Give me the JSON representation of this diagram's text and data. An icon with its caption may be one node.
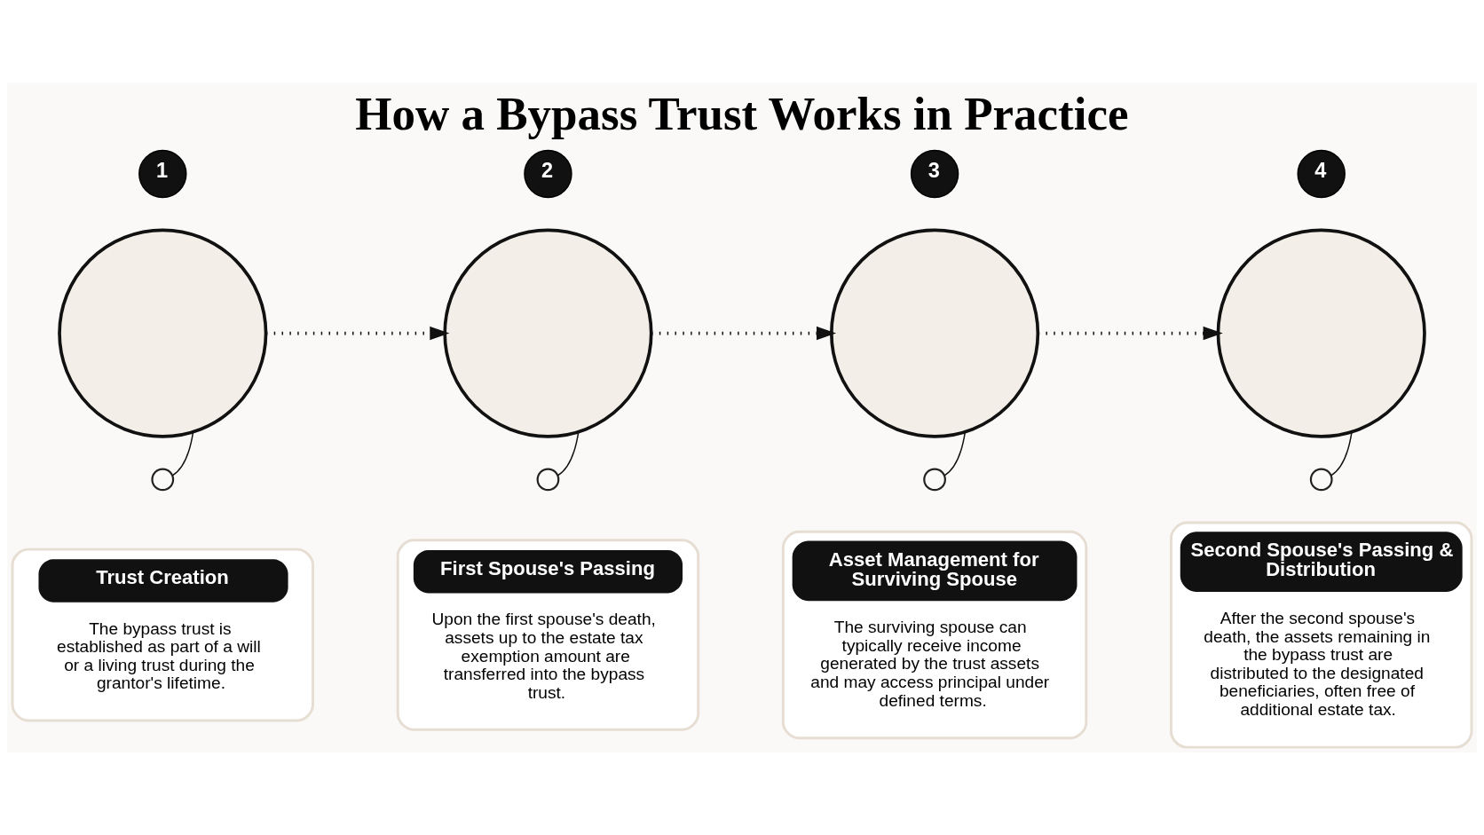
{
  "diagram": {
    "title": "How a Bypass Trust Works in Practice",
    "nodes": [
      {
        "text": [
          "1"
        ]
      },
      {
        "text": [
          "2"
        ]
      },
      {
        "text": [
          "3"
        ]
      },
      {
        "text": [
          "4"
        ]
      },
      {
        "text": [],
        "shape": "circle"
      },
      {
        "text": [],
        "shape": "circle"
      },
      {
        "text": [],
        "shape": "circle"
      },
      {
        "text": [],
        "shape": "circle"
      },
      {
        "text": [],
        "shape": "circle"
      },
      {
        "text": [],
        "shape": "circle"
      },
      {
        "text": [],
        "shape": "circle"
      },
      {
        "text": [],
        "shape": "circle"
      },
      {
        "text": [
          "Trust Creation",
          "The bypass trust is established as part of a will or a living trust during the grantor's lifetime."
        ]
      },
      {
        "text": [
          "First Spouse's Passing",
          "Upon the first spouse's death, assets up to the estate tax exemption amount are transferred into the bypass trust."
        ]
      },
      {
        "text": [
          "Asset Management for Surviving Spouse",
          "The surviving spouse can typically receive income generated by the trust assets and may access principal under defined terms."
        ]
      },
      {
        "text": [
          "Second Spouse's Passing & Distribution",
          "After the second spouse's death, the assets remaining in the bypass trust are distributed to the designated beneficiaries, often free of additional estate tax."
        ]
      }
    ],
    "edges": [
      {
        "from": 4,
        "to": 5,
        "arrow": "to",
        "style": "dashed"
      },
      {
        "from": 5,
        "to": 6,
        "arrow": "to",
        "style": "dashed"
      },
      {
        "from": 6,
        "to": 7,
        "arrow": "to",
        "style": "dashed"
      },
      {
        "from": 4,
        "to": 8,
        "arrow": "none"
      },
      {
        "from": 5,
        "to": 9,
        "arrow": "none"
      },
      {
        "from": 6,
        "to": 10,
        "arrow": "none"
      },
      {
        "from": 7,
        "to": 11,
        "arrow": "none"
      }
    ]
  }
}
